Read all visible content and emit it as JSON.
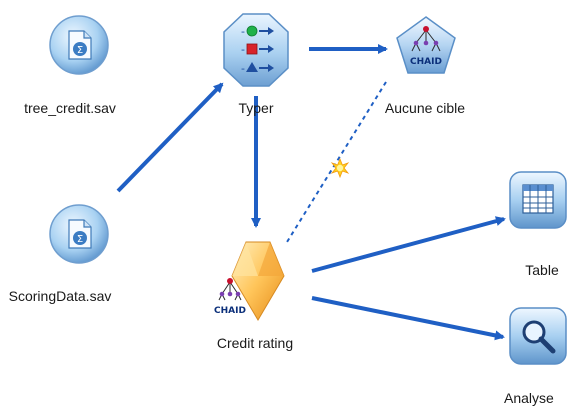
{
  "nodes": {
    "tree_credit": {
      "label": "tree_credit.sav",
      "icon": "statistics-file-icon"
    },
    "scoringdata": {
      "label": "ScoringData.sav",
      "icon": "statistics-file-icon"
    },
    "typer": {
      "label": "Typer",
      "icon": "type-node-icon"
    },
    "aucune_cible": {
      "label": "Aucune cible",
      "icon": "chaid-modeling-node-icon",
      "badge": "CHAID"
    },
    "credit_rating": {
      "label": "Credit rating",
      "icon": "chaid-model-nugget-icon",
      "badge": "CHAID"
    },
    "table": {
      "label": "Table",
      "icon": "table-output-icon"
    },
    "analyse": {
      "label": "Analyse",
      "icon": "analysis-output-icon"
    }
  },
  "links": [
    {
      "from": "ScoringData.sav",
      "to": "Typer",
      "style": "solid"
    },
    {
      "from": "Typer",
      "to": "Aucune cible",
      "style": "solid"
    },
    {
      "from": "Typer",
      "to": "Credit rating",
      "style": "solid"
    },
    {
      "from": "Aucune cible",
      "to": "Credit rating",
      "style": "dashed",
      "marker": "model-generated-spark-icon"
    },
    {
      "from": "Credit rating",
      "to": "Table",
      "style": "solid"
    },
    {
      "from": "Credit rating",
      "to": "Analyse",
      "style": "solid"
    }
  ],
  "colors": {
    "link": "#1f5fc4",
    "node_blue_light": "#d9ecfb",
    "node_blue_mid": "#8fc1ea",
    "node_blue_dark": "#4a86c4",
    "nugget_gold_light": "#ffe7a8",
    "nugget_gold_dark": "#f0a531"
  }
}
